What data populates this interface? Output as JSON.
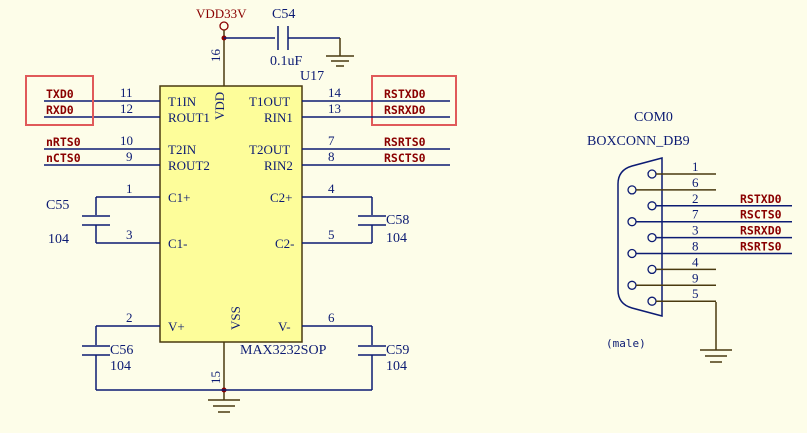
{
  "power": {
    "rail": "VDD33V"
  },
  "chip": {
    "ref": "U17",
    "part": "MAX3232SOP",
    "vdd_label": "VDD",
    "vss_label": "VSS",
    "vdd_pin": "16",
    "vss_pin": "15",
    "pins_left": [
      {
        "num": "11",
        "name": "T1IN"
      },
      {
        "num": "12",
        "name": "ROUT1"
      },
      {
        "num": "10",
        "name": "T2IN"
      },
      {
        "num": "9",
        "name": "ROUT2"
      },
      {
        "num": "1",
        "name": "C1+"
      },
      {
        "num": "3",
        "name": "C1-"
      },
      {
        "num": "2",
        "name": "V+"
      }
    ],
    "pins_right": [
      {
        "num": "14",
        "name": "T1OUT"
      },
      {
        "num": "13",
        "name": "RIN1"
      },
      {
        "num": "7",
        "name": "T2OUT"
      },
      {
        "num": "8",
        "name": "RIN2"
      },
      {
        "num": "4",
        "name": "C2+"
      },
      {
        "num": "5",
        "name": "C2-"
      },
      {
        "num": "6",
        "name": "V-"
      }
    ]
  },
  "nets_left": [
    "TXD0",
    "RXD0",
    "nRTS0",
    "nCTS0"
  ],
  "nets_right": [
    "RSTXD0",
    "RSRXD0",
    "RSRTS0",
    "RSCTS0"
  ],
  "capacitors": {
    "c54": {
      "ref": "C54",
      "value": "0.1uF"
    },
    "c55": {
      "ref": "C55",
      "value": "104"
    },
    "c56": {
      "ref": "C56",
      "value": "104"
    },
    "c58": {
      "ref": "C58",
      "value": "104"
    },
    "c59": {
      "ref": "C59",
      "value": "104"
    }
  },
  "connector": {
    "ref": "COM0",
    "part": "BOXCONN_DB9",
    "note": "(male)",
    "pins": [
      {
        "num": "1",
        "net": ""
      },
      {
        "num": "6",
        "net": ""
      },
      {
        "num": "2",
        "net": "RSTXD0"
      },
      {
        "num": "7",
        "net": "RSCTS0"
      },
      {
        "num": "3",
        "net": "RSRXD0"
      },
      {
        "num": "8",
        "net": "RSRTS0"
      },
      {
        "num": "4",
        "net": ""
      },
      {
        "num": "9",
        "net": ""
      },
      {
        "num": "5",
        "net": ""
      }
    ]
  },
  "colors": {
    "wire": "#0c1b73",
    "net_label": "#8a0000",
    "chip_fill": "#fdfd9a",
    "highlight": "#e05a5a"
  }
}
